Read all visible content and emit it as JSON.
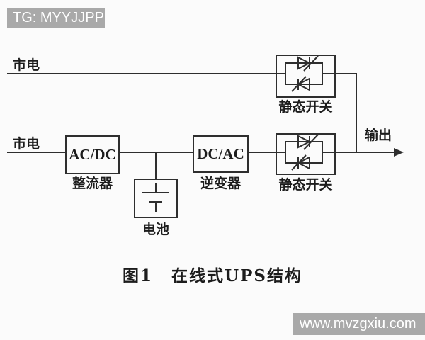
{
  "colors": {
    "page_bg": "#fbfbfb",
    "line_color": "#2e2e2e",
    "text_color": "#1c1c1c",
    "watermark_bg": "#a9a9a9",
    "watermark_text": "#ffffff"
  },
  "tag_badge": {
    "text": "TG: MYYJJPP"
  },
  "site_bar": {
    "text": "www.mvzgxiu.com"
  },
  "diagram": {
    "mains_top_label": "市电",
    "mains_bottom_label": "市电",
    "rectifier": {
      "box_label": "AC/DC",
      "caption": "整流器"
    },
    "inverter": {
      "box_label": "DC/AC",
      "caption": "逆变器"
    },
    "static_switch_top": {
      "caption": "静态开关"
    },
    "static_switch_bottom": {
      "caption": "静态开关"
    },
    "battery": {
      "caption": "电池"
    },
    "output_label": "输出",
    "figure_caption": {
      "number": "图1",
      "title": "在线式UPS结构"
    }
  }
}
